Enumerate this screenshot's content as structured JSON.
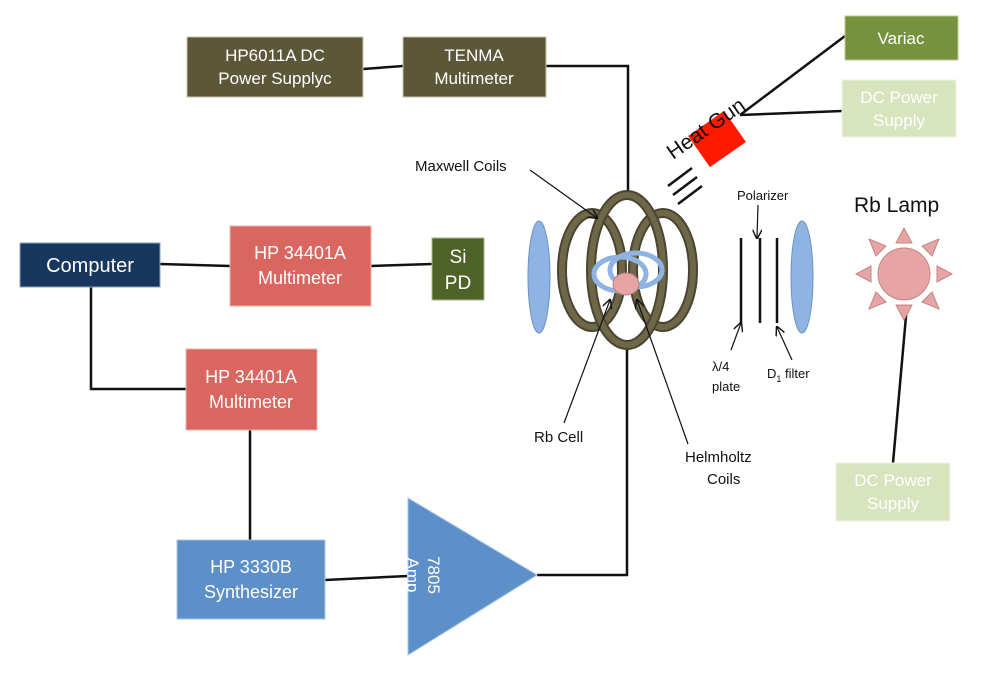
{
  "boxes": {
    "hp6011a": [
      "HP6011A DC",
      "Power Supplyc"
    ],
    "tenma": [
      "TENMA",
      "Multimeter"
    ],
    "variac": "Variac",
    "dc_power_top": [
      "DC Power",
      "Supply"
    ],
    "computer": "Computer",
    "hp34401a_top": [
      "HP 34401A",
      "Multimeter"
    ],
    "si_pd": [
      "Si",
      "PD"
    ],
    "hp34401a_bottom": [
      "HP 34401A",
      "Multimeter"
    ],
    "hp3330b": [
      "HP 3330B",
      "Synthesizer"
    ],
    "amp": [
      "7805",
      "Amp"
    ],
    "dc_power_bottom": [
      "DC Power",
      "Supply"
    ]
  },
  "labels": {
    "heat_gun": "Heat Gun",
    "maxwell_coils": "Maxwell Coils",
    "polarizer": "Polarizer",
    "rb_lamp": "Rb Lamp",
    "quarter_wave": [
      "λ/4",
      "plate"
    ],
    "d1_filter_prefix": "D",
    "d1_filter_sub": "1",
    "d1_filter_suffix": " filter",
    "rb_cell": "Rb Cell",
    "helmholtz_coils": [
      "Helmholtz",
      "Coils"
    ]
  },
  "colors": {
    "olive_dark": "#5d573a",
    "green": "#76923c",
    "light_green": "#d7e4bd",
    "navy": "#17375e",
    "salmon": "#d9665f",
    "blue": "#5d8fc9",
    "red": "#ff1a00",
    "lens_blue": "#8fb4e3",
    "lamp_pink": "#e6a4a4"
  }
}
